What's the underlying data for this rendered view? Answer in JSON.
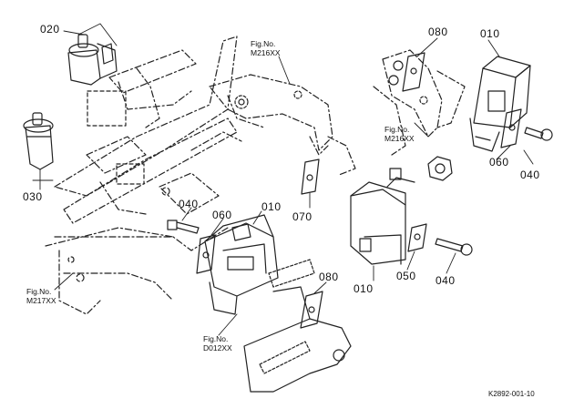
{
  "parts": {
    "p010_top": "010",
    "p010_mid": "010",
    "p010_low": "010",
    "p020": "020",
    "p030": "030",
    "p040_a": "040",
    "p040_b": "040",
    "p040_c": "040",
    "p050": "050",
    "p060_a": "060",
    "p060_b": "060",
    "p070": "070",
    "p080_a": "080",
    "p080_b": "080"
  },
  "figrefs": {
    "m216_a": {
      "line1": "Fig.No.",
      "line2": "M216XX"
    },
    "m216_b": {
      "line1": "Fig.No.",
      "line2": "M216XX"
    },
    "m217": {
      "line1": "Fig.No.",
      "line2": "M217XX"
    },
    "d012": {
      "line1": "Fig.No.",
      "line2": "D012XX"
    }
  },
  "drawing_id": "K2892-001-10"
}
